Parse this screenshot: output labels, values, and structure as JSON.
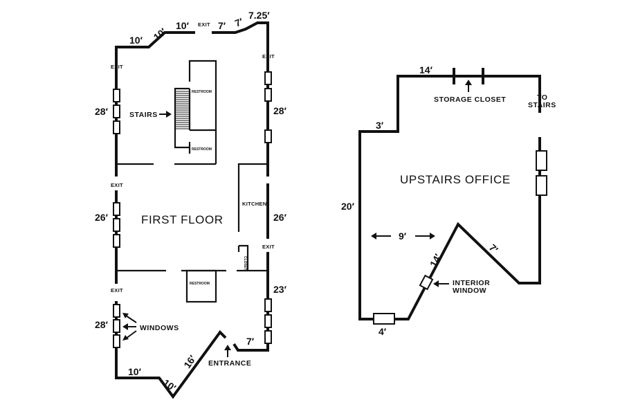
{
  "first_floor": {
    "title": "FIRST FLOOR",
    "dims": {
      "top_10a": "10′",
      "top_10b": "10′",
      "top_10c": "10′",
      "top_7a": "7′",
      "top_7b": "7′",
      "top_725": "7.25′",
      "left_28_top": "28′",
      "left_26": "26′",
      "left_28_bottom": "28′",
      "right_28": "28′",
      "right_26": "26′",
      "right_23": "23′",
      "bottom_10a": "10′",
      "bottom_10b": "10′",
      "bottom_16": "16′",
      "bottom_7": "7′"
    },
    "labels": {
      "exit_top": "EXIT",
      "exit_left_1": "EXIT",
      "exit_left_2": "EXIT",
      "exit_left_3": "EXIT",
      "exit_right_1": "EXIT",
      "exit_right_2": "EXIT",
      "stairs": "STAIRS",
      "restroom_1": "RESTROOM",
      "restroom_2": "RESTROOM",
      "restroom_3": "RESTROOM",
      "kitchen": "KITCHEN",
      "closet": "CLOSET",
      "windows": "WINDOWS",
      "entrance": "ENTRANCE"
    }
  },
  "upstairs": {
    "title": "UPSTAIRS OFFICE",
    "dims": {
      "top_14": "14′",
      "top_3": "3′",
      "left_20": "20′",
      "inner_9": "9′",
      "diag_14": "14′",
      "diag_7": "7′",
      "bottom_4": "4′"
    },
    "labels": {
      "storage_closet": "STORAGE CLOSET",
      "to_stairs_1": "TO",
      "to_stairs_2": "STAIRS",
      "interior_window_1": "INTERIOR",
      "interior_window_2": "WINDOW"
    }
  }
}
